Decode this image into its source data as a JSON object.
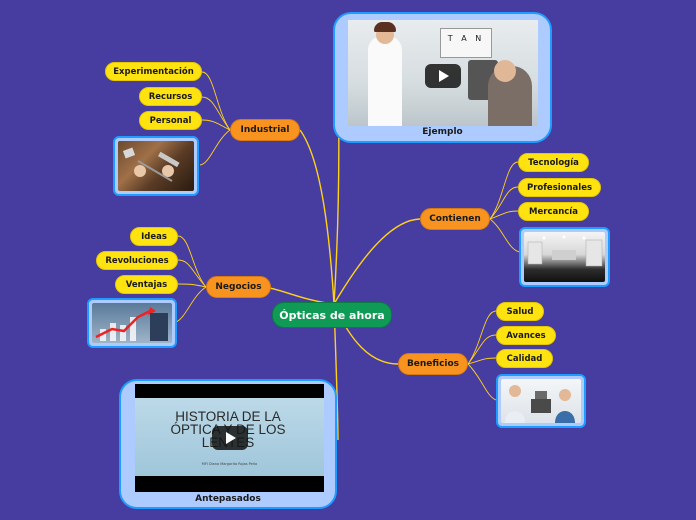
{
  "central": "Ópticas de ahora",
  "branches": {
    "industrial": {
      "label": "Industrial",
      "leaves": [
        "Experimentación",
        "Recursos",
        "Personal"
      ],
      "image": "lab-tools-image"
    },
    "contienen": {
      "label": "Contienen",
      "leaves": [
        "Tecnología",
        "Profesionales",
        "Mercancía"
      ],
      "image": "optical-store-image"
    },
    "negocios": {
      "label": "Negocios",
      "leaves": [
        "Ideas",
        "Revoluciones",
        "Ventajas"
      ],
      "image": "growth-chart-image"
    },
    "beneficios": {
      "label": "Beneficios",
      "leaves": [
        "Salud",
        "Avances",
        "Calidad"
      ],
      "image": "eye-exam-image"
    }
  },
  "videos": {
    "ejemplo": {
      "label": "Ejemplo",
      "chart_letters": "T A N",
      "icon": "play-icon"
    },
    "antepasados": {
      "label": "Antepasados",
      "slide_title": "HISTORIA DE LA ÓPTICA Y DE LOS LENTES",
      "slide_author": "MFI Diana Margarita Rojas Peña",
      "icon": "play-icon"
    }
  },
  "colors": {
    "background": "#473ca0",
    "central": "#0f9a55",
    "main": "#f7931e",
    "leaf": "#ffe310",
    "card_border": "#1e9cff",
    "card_fill": "#aecbff",
    "wire": "#ffd21a"
  }
}
